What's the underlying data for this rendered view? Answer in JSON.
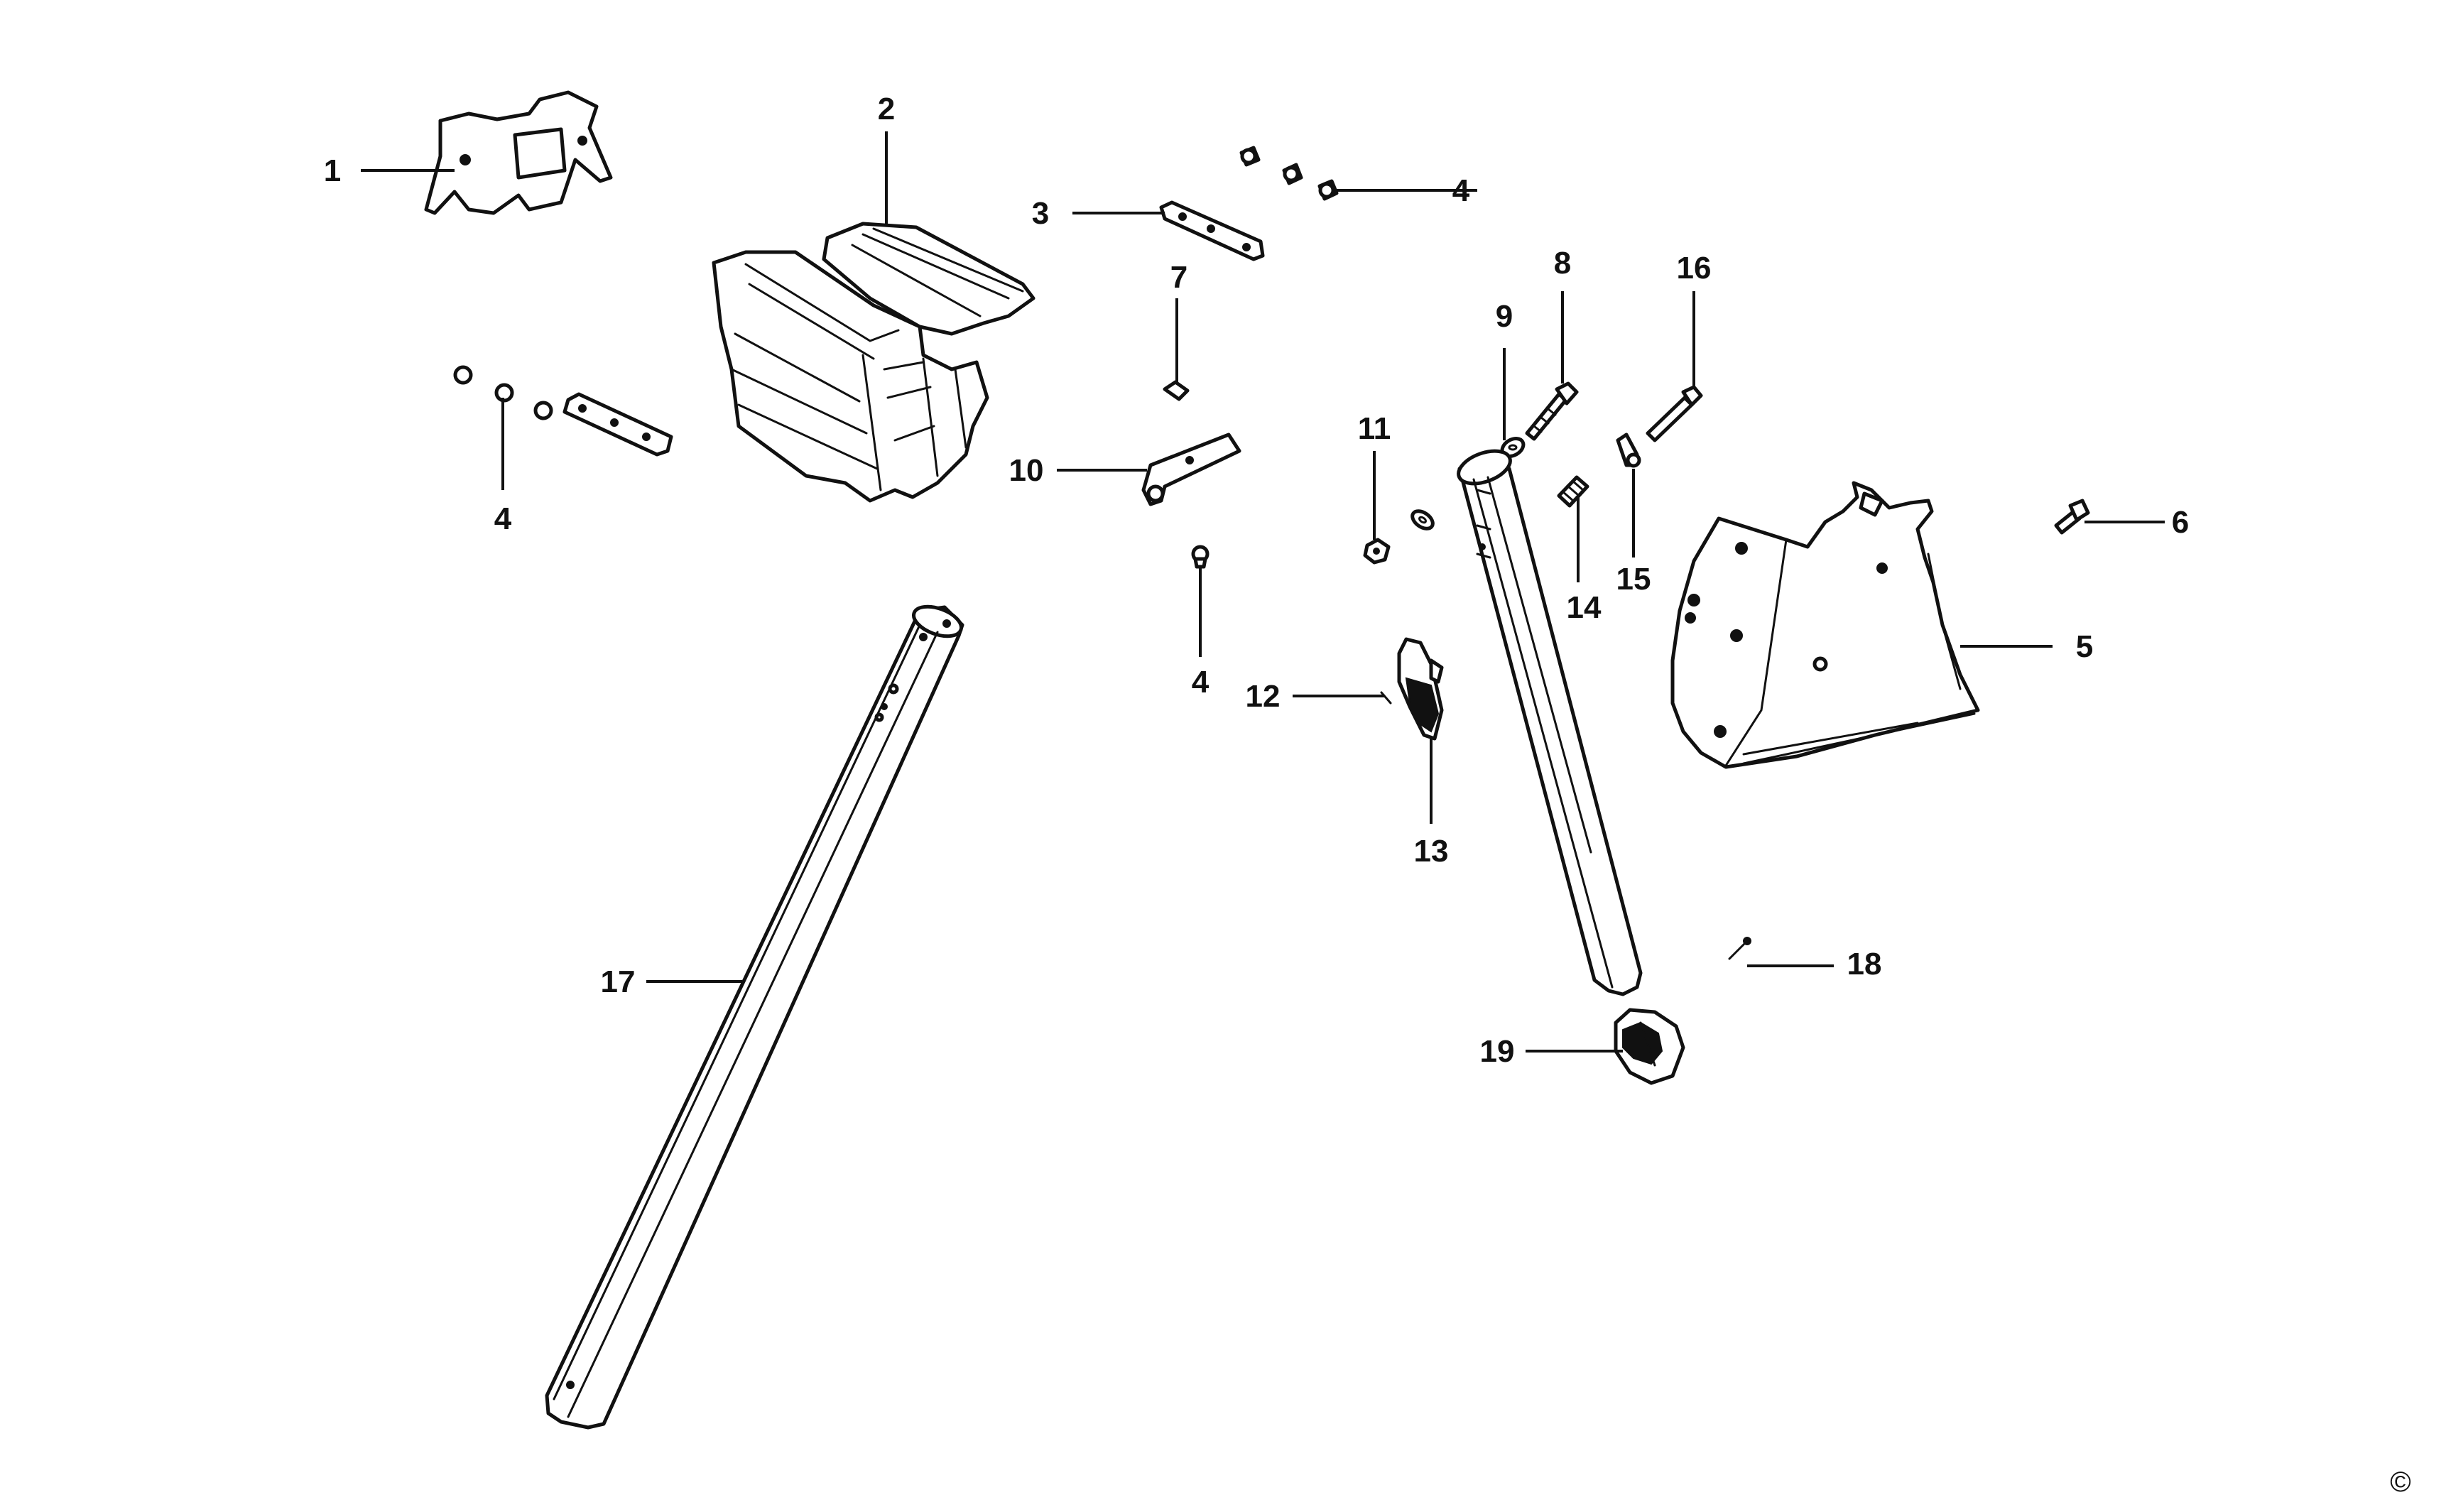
{
  "diagram": {
    "callouts": [
      {
        "id": "1",
        "text": "1"
      },
      {
        "id": "2",
        "text": "2"
      },
      {
        "id": "3",
        "text": "3"
      },
      {
        "id": "4a",
        "text": "4"
      },
      {
        "id": "4b",
        "text": "4"
      },
      {
        "id": "4c",
        "text": "4"
      },
      {
        "id": "5",
        "text": "5"
      },
      {
        "id": "6",
        "text": "6"
      },
      {
        "id": "7",
        "text": "7"
      },
      {
        "id": "8",
        "text": "8"
      },
      {
        "id": "9",
        "text": "9"
      },
      {
        "id": "10",
        "text": "10"
      },
      {
        "id": "11",
        "text": "11"
      },
      {
        "id": "12",
        "text": "12"
      },
      {
        "id": "13",
        "text": "13"
      },
      {
        "id": "14",
        "text": "14"
      },
      {
        "id": "15",
        "text": "15"
      },
      {
        "id": "16",
        "text": "16"
      },
      {
        "id": "17",
        "text": "17"
      },
      {
        "id": "18",
        "text": "18"
      },
      {
        "id": "19",
        "text": "19"
      }
    ],
    "copyright": "©"
  }
}
